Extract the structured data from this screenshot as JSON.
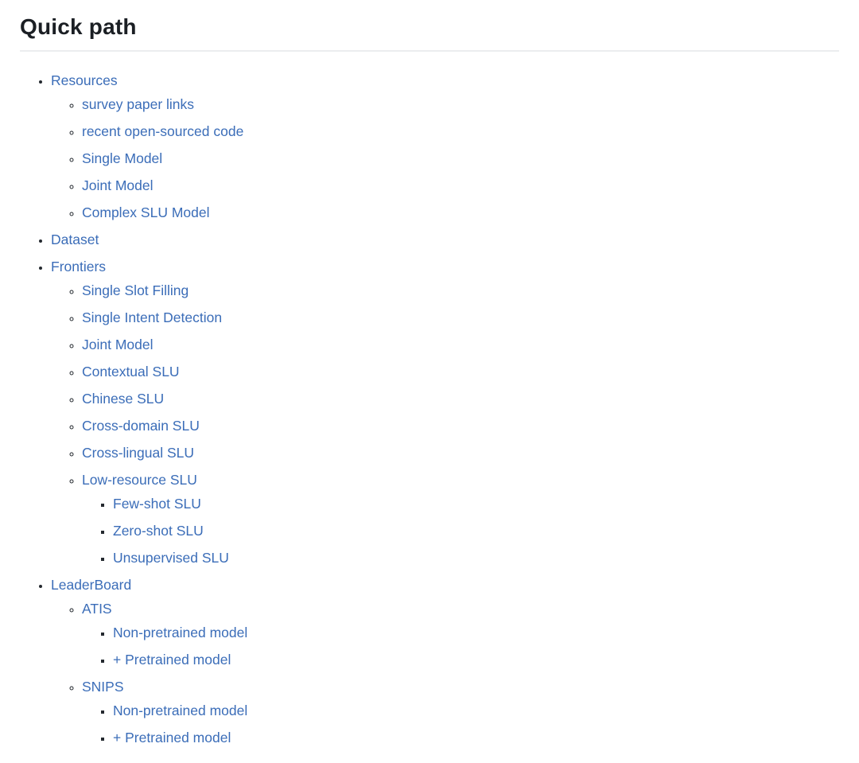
{
  "page": {
    "heading": "Quick path"
  },
  "colors": {
    "link": "#3b6db8",
    "heading_text": "#1b1f24",
    "bullet": "#24292f",
    "divider": "#ebedef",
    "background": "#ffffff"
  },
  "toc": {
    "items": [
      {
        "label": "Resources",
        "children": [
          {
            "label": "survey paper links"
          },
          {
            "label": "recent open-sourced code"
          },
          {
            "label": "Single Model"
          },
          {
            "label": "Joint Model"
          },
          {
            "label": "Complex SLU Model"
          }
        ]
      },
      {
        "label": "Dataset",
        "children": []
      },
      {
        "label": "Frontiers",
        "children": [
          {
            "label": "Single Slot Filling"
          },
          {
            "label": "Single Intent Detection"
          },
          {
            "label": "Joint Model"
          },
          {
            "label": "Contextual SLU"
          },
          {
            "label": "Chinese SLU"
          },
          {
            "label": "Cross-domain SLU"
          },
          {
            "label": "Cross-lingual SLU"
          },
          {
            "label": "Low-resource SLU",
            "children": [
              {
                "label": "Few-shot SLU"
              },
              {
                "label": "Zero-shot SLU"
              },
              {
                "label": "Unsupervised SLU"
              }
            ]
          }
        ]
      },
      {
        "label": "LeaderBoard",
        "children": [
          {
            "label": "ATIS",
            "children": [
              {
                "label": "Non-pretrained model"
              },
              {
                "label": "+ Pretrained model"
              }
            ]
          },
          {
            "label": "SNIPS",
            "children": [
              {
                "label": "Non-pretrained model"
              },
              {
                "label": "+ Pretrained model"
              }
            ]
          }
        ]
      }
    ]
  }
}
